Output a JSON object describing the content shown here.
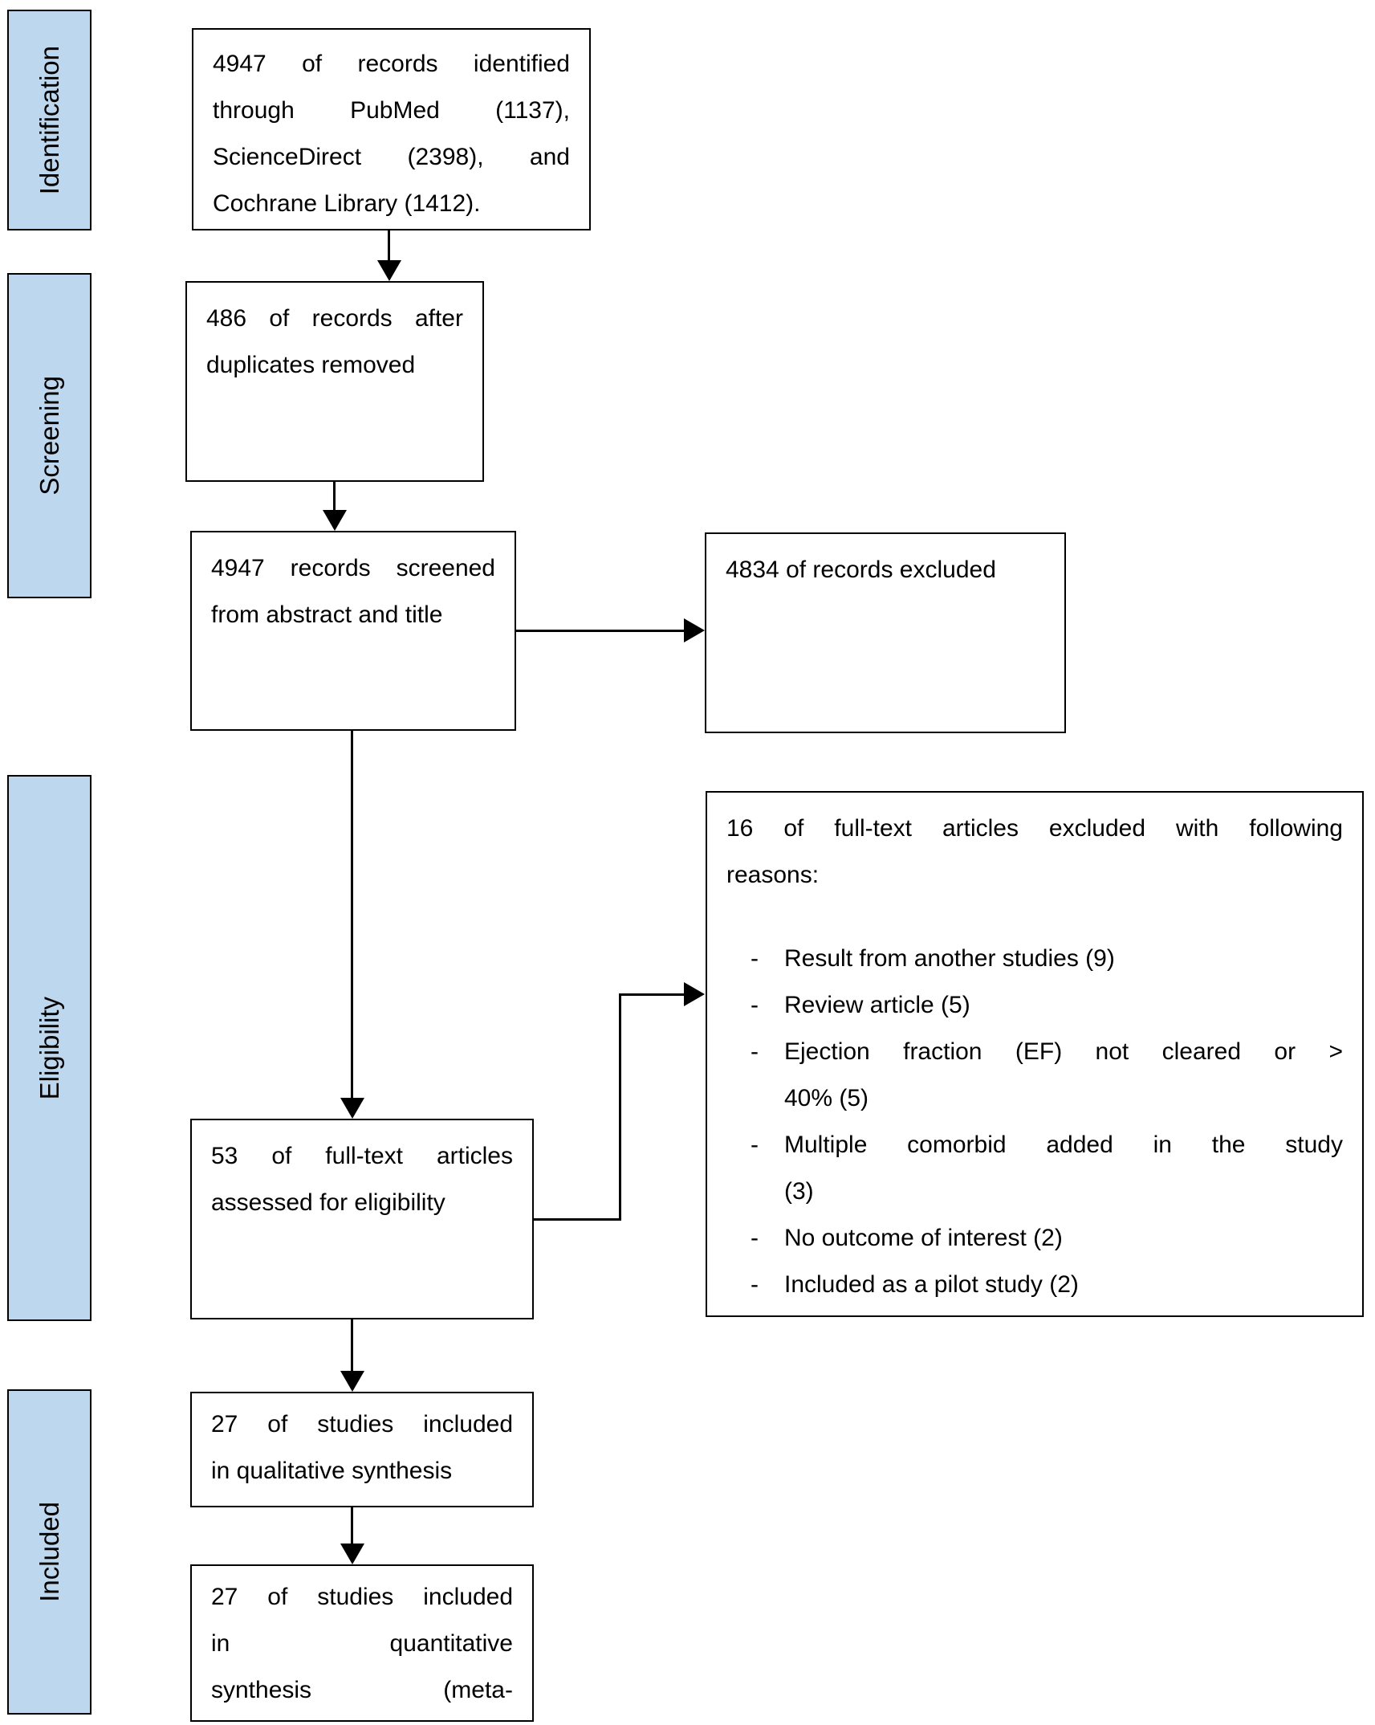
{
  "diagram_type": "PRISMA flow diagram",
  "colors": {
    "stage_fill": "#bdd7ee",
    "box_fill": "#ffffff",
    "border": "#000000",
    "text": "#000000"
  },
  "stages": [
    {
      "label": "Identification"
    },
    {
      "label": "Screening"
    },
    {
      "label": "Eligibility"
    },
    {
      "label": "Included"
    }
  ],
  "boxes": {
    "identified": {
      "text": "4947 of records identified through PubMed (1137), ScienceDirect (2398), and Cochrane Library (1412).",
      "lines": [
        "4947 of records identified",
        "through PubMed (1137),",
        "ScienceDirect (2398), and",
        "Cochrane Library (1412)."
      ]
    },
    "duplicates": {
      "text": "486 of records after duplicates removed",
      "lines": [
        "486 of records after",
        "duplicates removed"
      ]
    },
    "screened": {
      "text": "4947 records screened from abstract and title",
      "lines": [
        "4947 records screened",
        "from abstract and title"
      ]
    },
    "excluded": {
      "text": "4834 of records excluded",
      "lines": [
        "4834 of records excluded"
      ]
    },
    "fulltext": {
      "text": "53 of full-text articles assessed for eligibility",
      "lines": [
        "53 of full-text articles",
        "assessed for eligibility"
      ]
    },
    "reasons": {
      "title_text": "16 of full-text articles excluded with following reasons:",
      "title_lines": [
        "16 of full-text articles excluded with following",
        "reasons:"
      ],
      "items": [
        {
          "marker": "-",
          "text": "Result from another studies (9)",
          "lines": [
            "Result from another studies (9)"
          ]
        },
        {
          "marker": "-",
          "text": "Review article (5)",
          "lines": [
            "Review article (5)"
          ]
        },
        {
          "marker": "-",
          "text": "Ejection fraction (EF) not cleared or > 40% (5)",
          "lines": [
            "Ejection fraction (EF) not cleared or >",
            "40% (5)"
          ]
        },
        {
          "marker": "-",
          "text": "Multiple comorbid added in the study (3)",
          "lines": [
            "Multiple comorbid added in the study",
            "(3)"
          ]
        },
        {
          "marker": "-",
          "text": "No outcome of interest (2)",
          "lines": [
            "No outcome of interest (2)"
          ]
        },
        {
          "marker": "-",
          "text": "Included as a pilot study (2)",
          "lines": [
            "Included as a pilot study (2)"
          ]
        }
      ]
    },
    "qualitative": {
      "text": "27 of studies included in qualitative synthesis",
      "lines": [
        "27 of studies included",
        "in qualitative synthesis"
      ]
    },
    "quantitative": {
      "text": "27 of studies included in quantitative synthesis (meta-",
      "lines": [
        "27 of studies included",
        "in quantitative",
        "synthesis (meta-"
      ]
    }
  }
}
